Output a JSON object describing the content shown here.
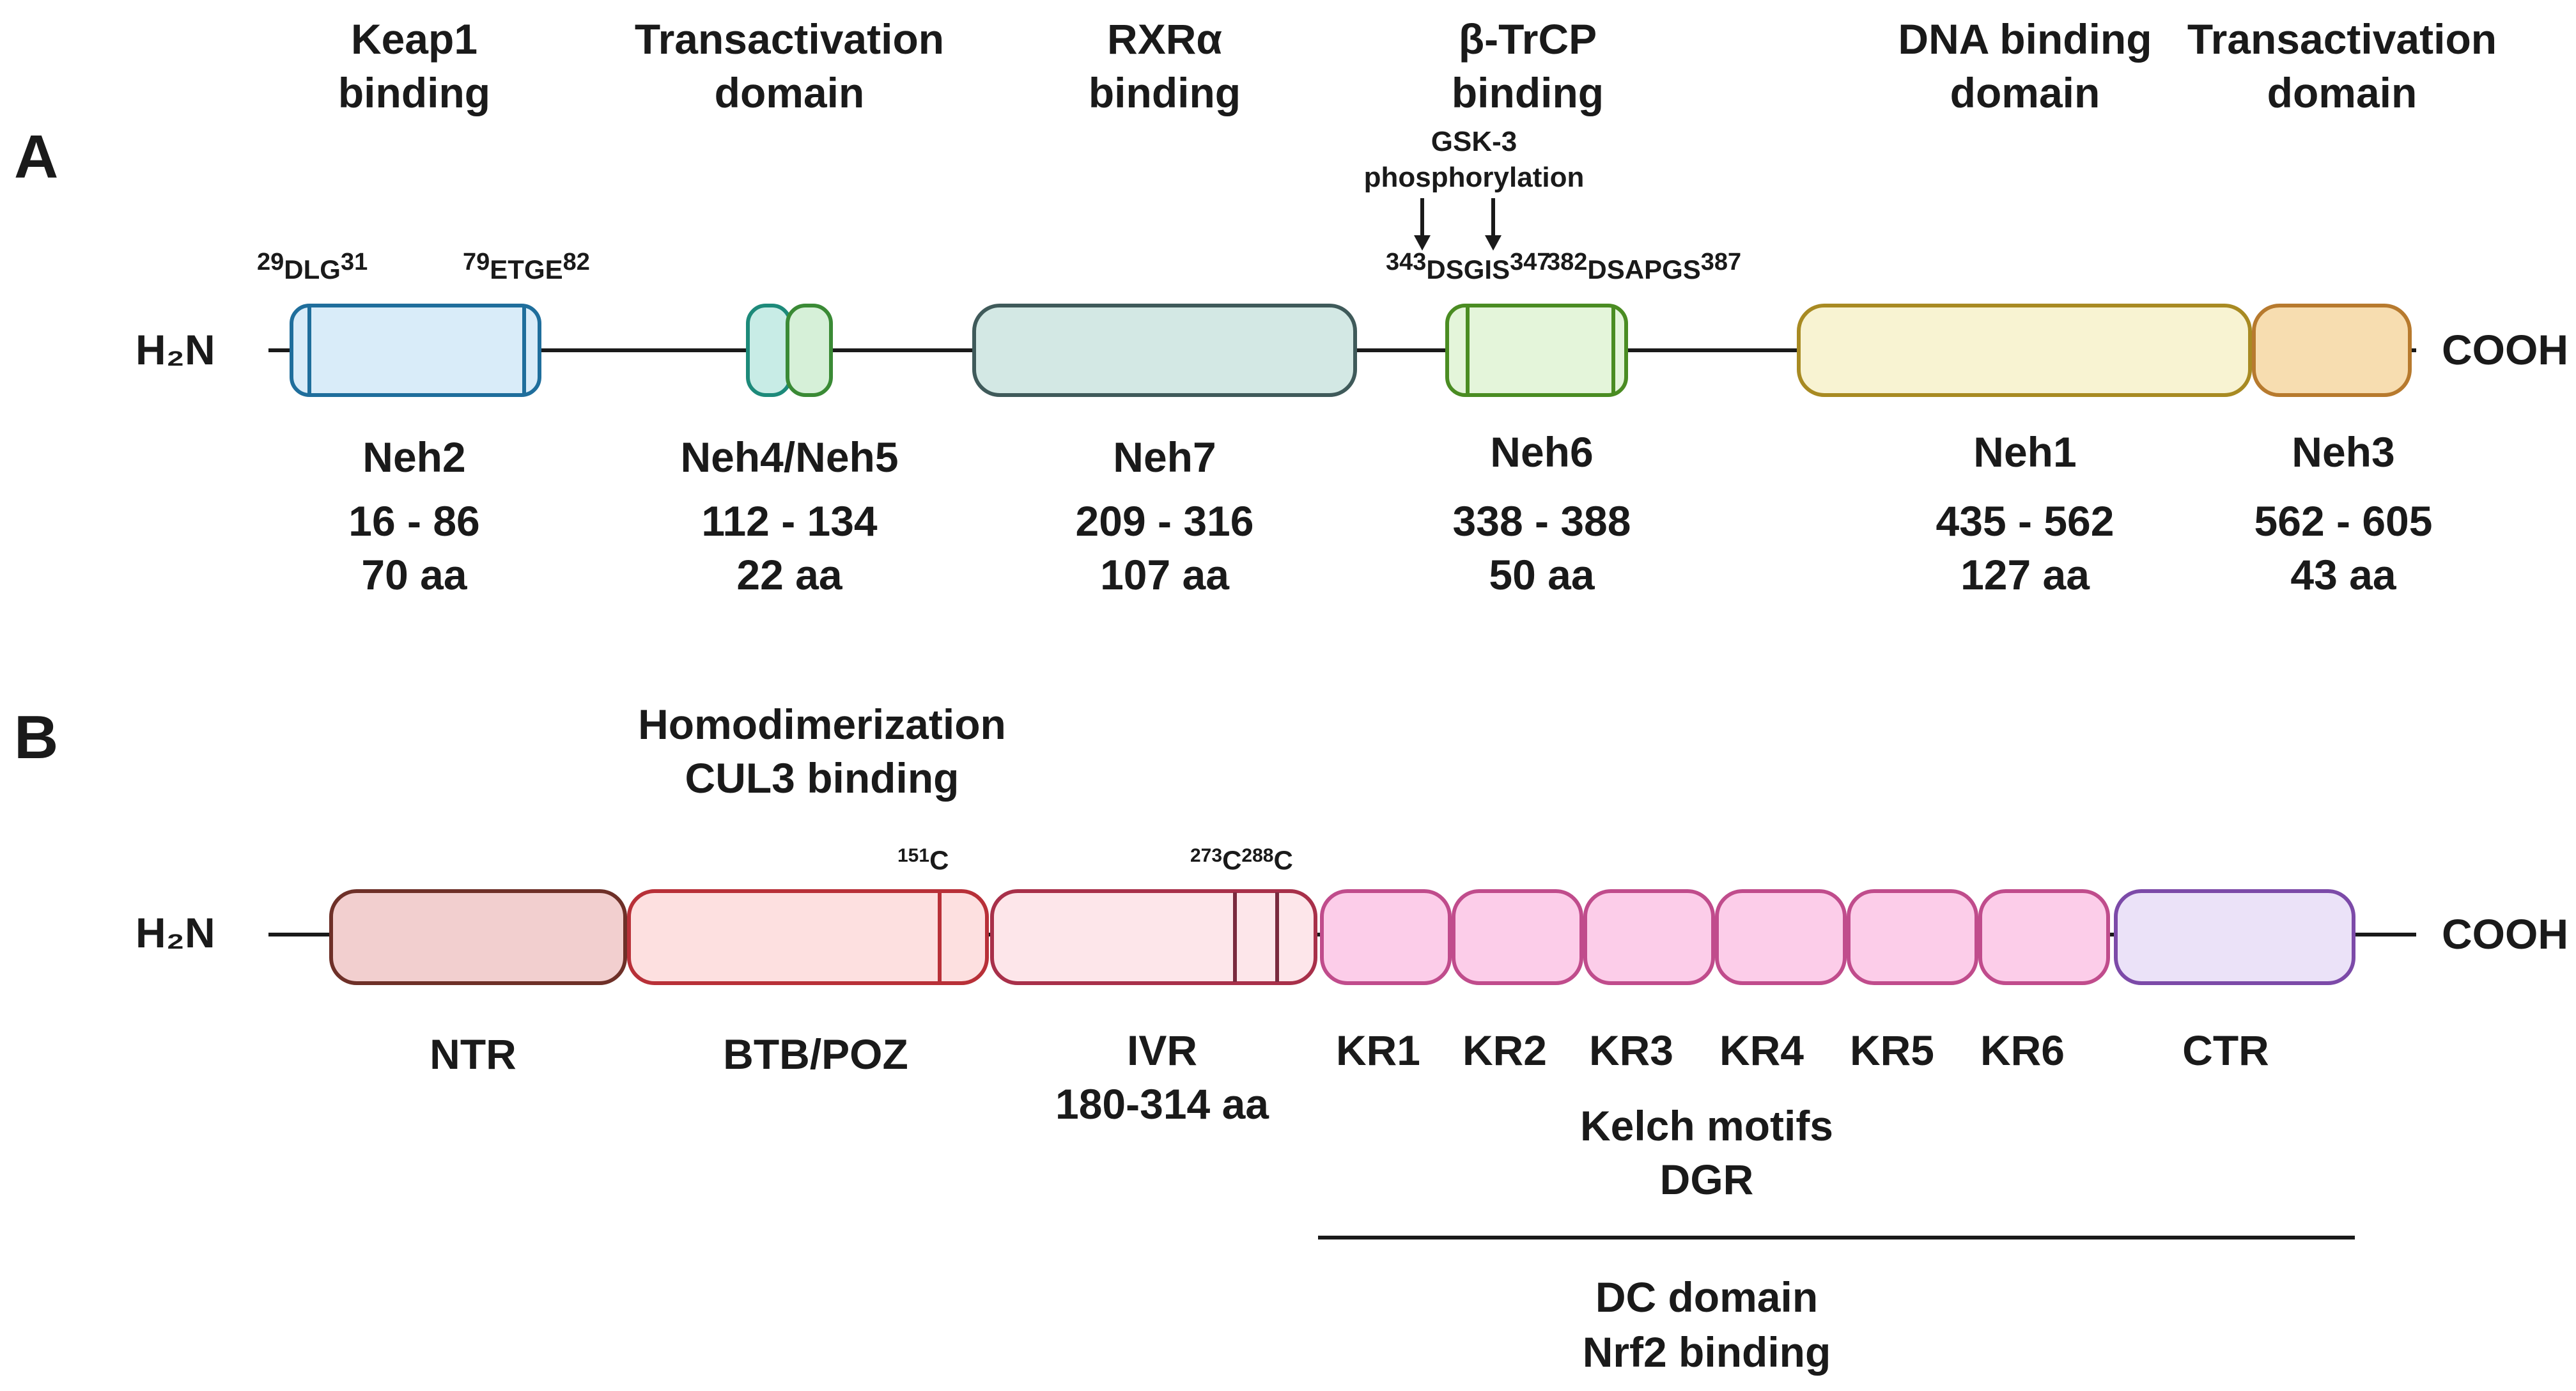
{
  "panel_a": {
    "letter": "A",
    "n_terminus": "H₂N",
    "c_terminus": "COOH",
    "functions": [
      {
        "line1": "Keap1",
        "line2": "binding"
      },
      {
        "line1": "Transactivation",
        "line2": "domain"
      },
      {
        "line1": "RXRα",
        "line2": "binding"
      },
      {
        "line1": "β-TrCP",
        "line2": "binding"
      },
      {
        "line1": "DNA binding",
        "line2": "domain"
      },
      {
        "line1": "Transactivation",
        "line2": "domain"
      }
    ],
    "gsk3": {
      "line1": "GSK-3",
      "line2": "phosphorylation"
    },
    "motifs": {
      "dlg": {
        "pre": "29",
        "text": "DLG",
        "post": "31"
      },
      "etge": {
        "pre": "79",
        "text": "ETGE",
        "post": "82"
      },
      "dsgis": {
        "pre": "343",
        "text": "DSGIS",
        "post": "347"
      },
      "dsapgs": {
        "pre": "382",
        "text": "DSAPGS",
        "post": "387"
      }
    },
    "domains": [
      {
        "name": "Neh2",
        "range": "16 - 86",
        "length": "70 aa",
        "fill": "#d9ecf9",
        "stroke": "#1f6e9c"
      },
      {
        "name": "Neh4/Neh5",
        "range": "112 - 134",
        "length": "22 aa",
        "fill": "#c8ece6",
        "stroke": "#1d8a7a"
      },
      {
        "name": "Neh7",
        "range": "209 - 316",
        "length": "107 aa",
        "fill": "#d3e8e4",
        "stroke": "#3f5a5a"
      },
      {
        "name": "Neh6",
        "range": "338 - 388",
        "length": "50 aa",
        "fill": "#e4f5da",
        "stroke": "#4a8c22"
      },
      {
        "name": "Neh1",
        "range": "435 - 562",
        "length": "127 aa",
        "fill": "#f8f3d2",
        "stroke": "#a88a22"
      },
      {
        "name": "Neh3",
        "range": "562 - 605",
        "length": "43 aa",
        "fill": "#f7ddb0",
        "stroke": "#b77a2e"
      }
    ]
  },
  "panel_b": {
    "letter": "B",
    "n_terminus": "H₂N",
    "c_terminus": "COOH",
    "btb_function": {
      "line1": "Homodimerization",
      "line2": "CUL3 binding"
    },
    "cys151": {
      "pre": "151",
      "text": "C"
    },
    "cys273_288": {
      "pre1": "273",
      "text1": "C",
      "pre2": "288",
      "text2": "C"
    },
    "domains": [
      {
        "name": "NTR",
        "sub": "",
        "fill": "#f2cfcf",
        "stroke": "#6e3028"
      },
      {
        "name": "BTB/POZ",
        "sub": "",
        "fill": "#fde0e0",
        "stroke": "#b83038"
      },
      {
        "name": "IVR",
        "sub": "180-314 aa",
        "fill": "#fde6ea",
        "stroke": "#a8304a"
      },
      {
        "name": "KR1",
        "sub": "",
        "fill": "#fccde9",
        "stroke": "#c04c8c"
      },
      {
        "name": "KR2",
        "sub": "",
        "fill": "#fccde9",
        "stroke": "#c04c8c"
      },
      {
        "name": "KR3",
        "sub": "",
        "fill": "#fccde9",
        "stroke": "#c04c8c"
      },
      {
        "name": "KR4",
        "sub": "",
        "fill": "#fccde9",
        "stroke": "#c04c8c"
      },
      {
        "name": "KR5",
        "sub": "",
        "fill": "#fccde9",
        "stroke": "#c04c8c"
      },
      {
        "name": "KR6",
        "sub": "",
        "fill": "#fccde9",
        "stroke": "#c04c8c"
      },
      {
        "name": "CTR",
        "sub": "",
        "fill": "#ebe2f8",
        "stroke": "#7c4aa8"
      }
    ],
    "kelch": {
      "line1": "Kelch motifs",
      "line2": "DGR"
    },
    "dc": {
      "line1": "DC domain",
      "line2": "Nrf2 binding"
    }
  }
}
